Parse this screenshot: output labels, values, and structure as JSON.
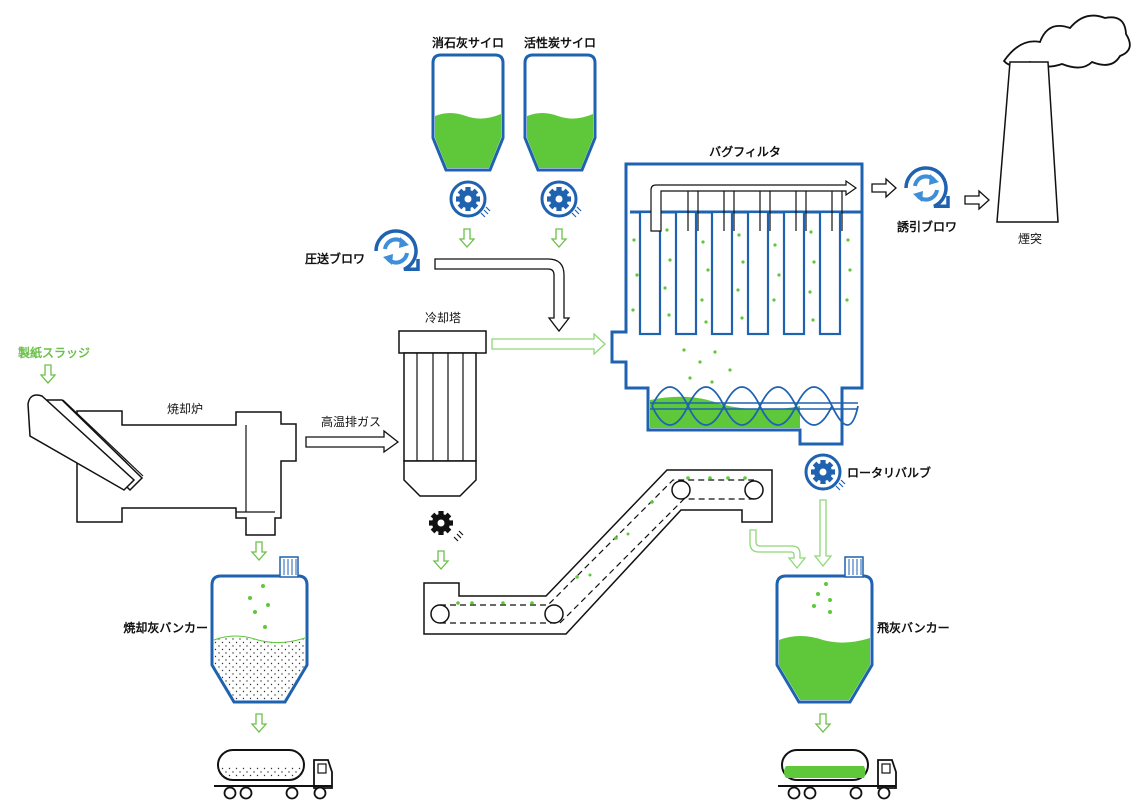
{
  "colors": {
    "blue": "#1f62b0",
    "green": "#5ec83a",
    "green_light": "#8fd877",
    "black": "#111111"
  },
  "labels": {
    "lime_silo": "消石灰サイロ",
    "carbon_silo": "活性炭サイロ",
    "bag_filter": "バグフィルタ",
    "induced_blower": "誘引ブロワ",
    "chimney": "煙突",
    "pressure_blower": "圧送ブロワ",
    "cooling_tower": "冷却塔",
    "sludge": "製紙スラッジ",
    "incinerator": "焼却炉",
    "hot_gas": "高温排ガス",
    "rotary_valve": "ロータリバルブ",
    "ash_bunker": "焼却灰バンカー",
    "fly_ash_bunker": "飛灰バンカー"
  },
  "icons": {
    "rotary_feeder": "gear-icon",
    "blower": "circular-arrows-icon",
    "truck": "tanker-truck-icon",
    "smoke": "cloud-icon"
  }
}
